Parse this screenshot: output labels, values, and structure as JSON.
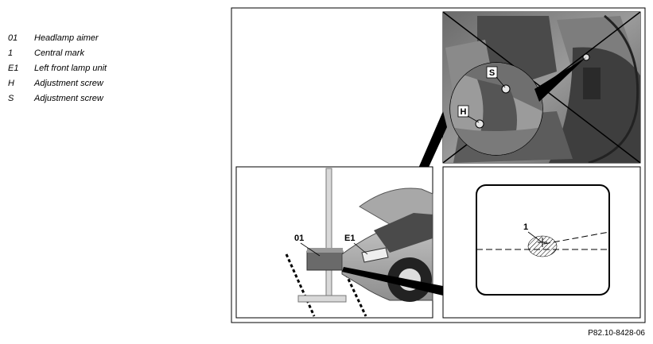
{
  "legend": [
    {
      "key": "01",
      "text": "Headlamp aimer"
    },
    {
      "key": "1",
      "text": "Central mark"
    },
    {
      "key": "E1",
      "text": "Left front lamp unit"
    },
    {
      "key": "H",
      "text": "Adjustment screw"
    },
    {
      "key": "S",
      "text": "Adjustment screw"
    }
  ],
  "callouts": {
    "aimer": "01",
    "lamp": "E1",
    "screw_h": "H",
    "screw_s": "S",
    "mark": "1"
  },
  "figure_ref": "P82.10-8428-06"
}
